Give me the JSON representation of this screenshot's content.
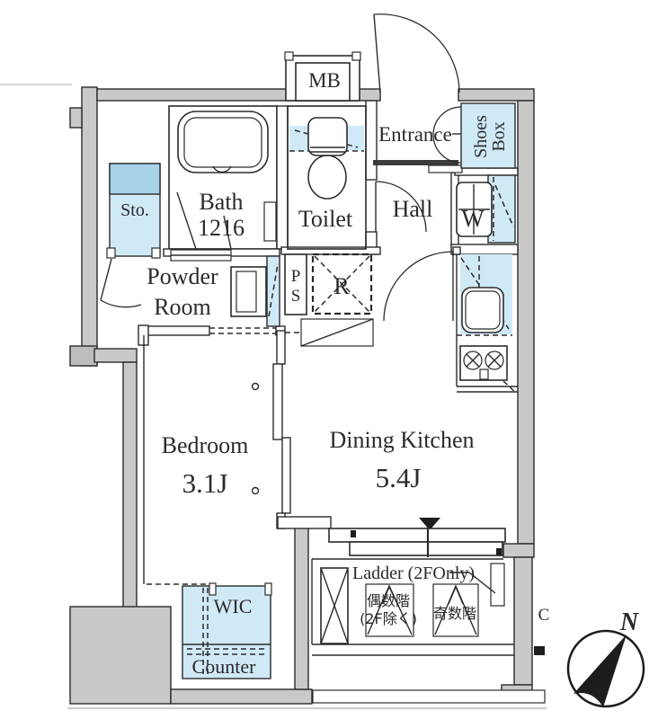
{
  "floorplan": {
    "rooms": {
      "bath": {
        "name": "Bath",
        "size": "1216"
      },
      "toilet": {
        "name": "Toilet"
      },
      "hall": {
        "name": "Hall"
      },
      "entrance": {
        "name": "Entrance"
      },
      "powder_room": {
        "line1": "Powder",
        "line2": "Room"
      },
      "bedroom": {
        "name": "Bedroom",
        "size": "3.1J"
      },
      "dining_kitchen": {
        "name": "Dining Kitchen",
        "size": "5.4J"
      }
    },
    "storage": {
      "sto": "Sto.",
      "shoes_box": {
        "line1": "Shoes",
        "line2": "Box"
      },
      "wic": "WIC",
      "counter": "Counter"
    },
    "equipment": {
      "meter_box": "MB",
      "washer": "W",
      "refrigerator": "R",
      "pipe_shaft": {
        "line1": "P",
        "line2": "S"
      }
    },
    "balcony": {
      "ladder_note": "Ladder (2FOnly)",
      "hatch_even_line1": "偶数階",
      "hatch_even_line2": "(2F除く)",
      "hatch_odd": "奇数階"
    },
    "annotations": {
      "corridor": "C",
      "compass_north": "N"
    },
    "colors": {
      "fixture_blue": "#cfe9f7",
      "fixture_blue_dark": "#a8d3e9",
      "wall_gray": "#c9c9c9",
      "wall_gray_dark": "#bdbdbd",
      "line": "#2b2b2b",
      "needle": "#1d1d1d"
    }
  }
}
